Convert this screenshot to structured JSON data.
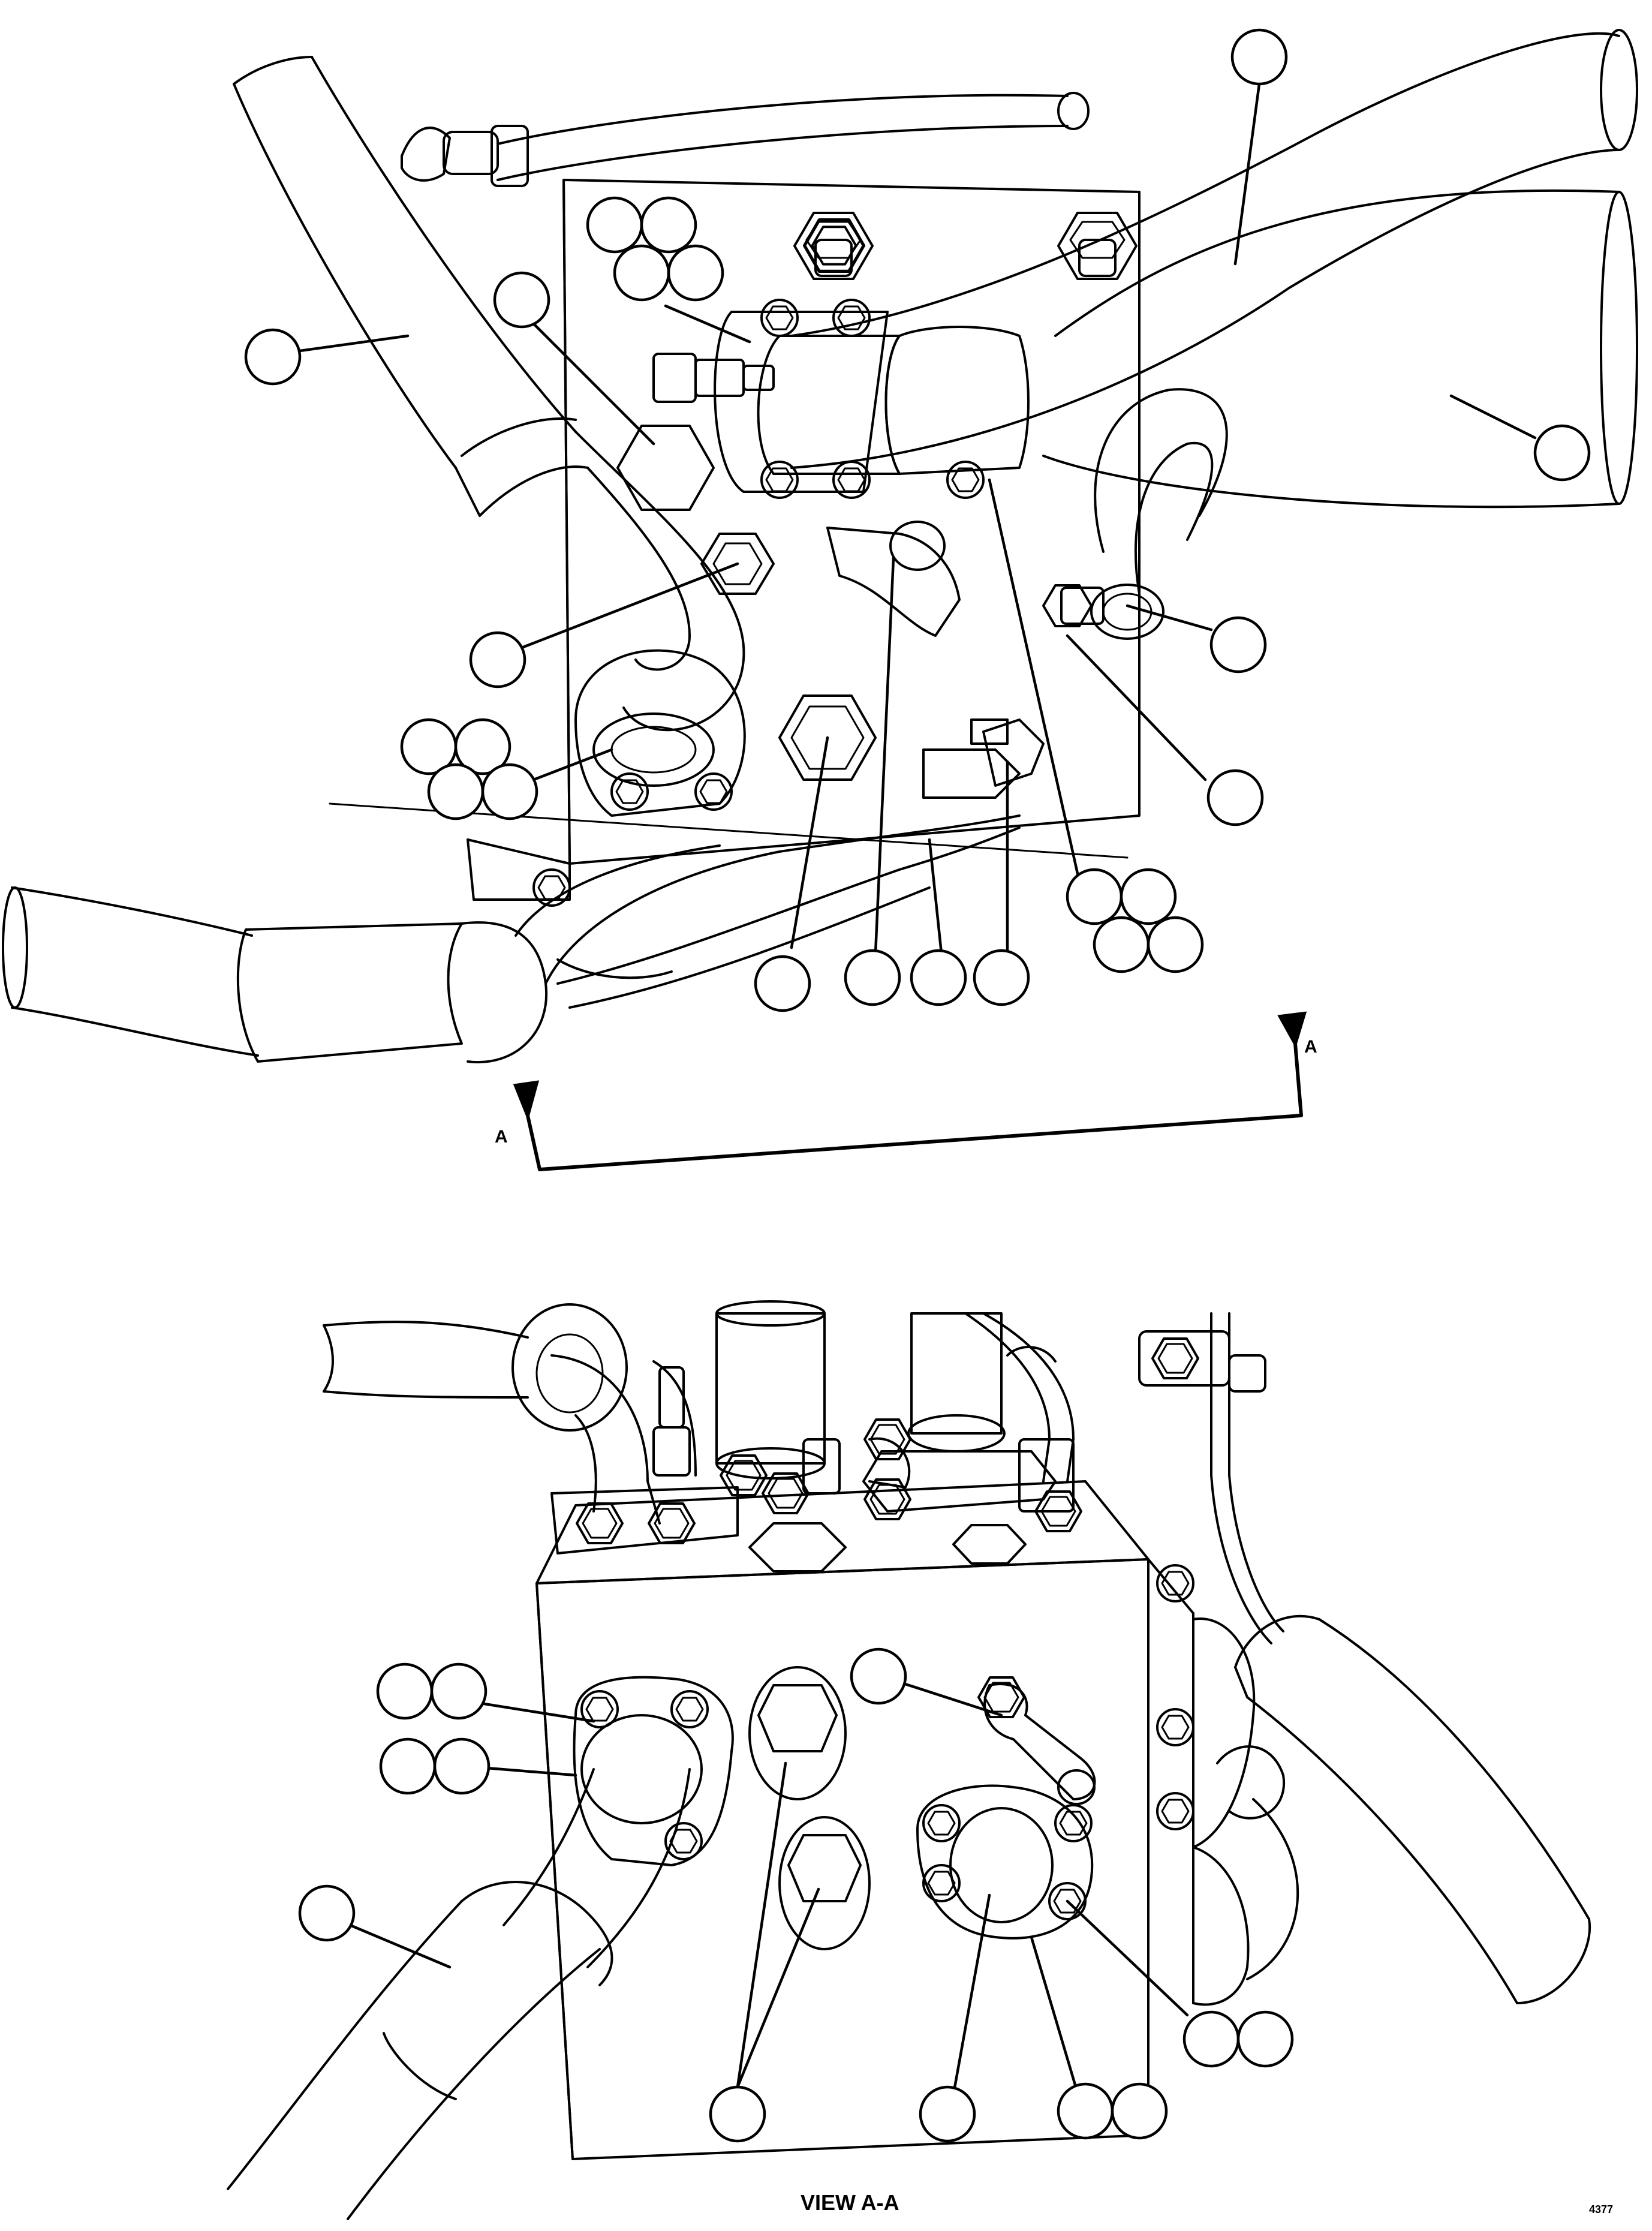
{
  "section_marks": {
    "a_left": "A",
    "a_right": "A"
  },
  "view_title": "VIEW A-A",
  "figure_number": "4377"
}
